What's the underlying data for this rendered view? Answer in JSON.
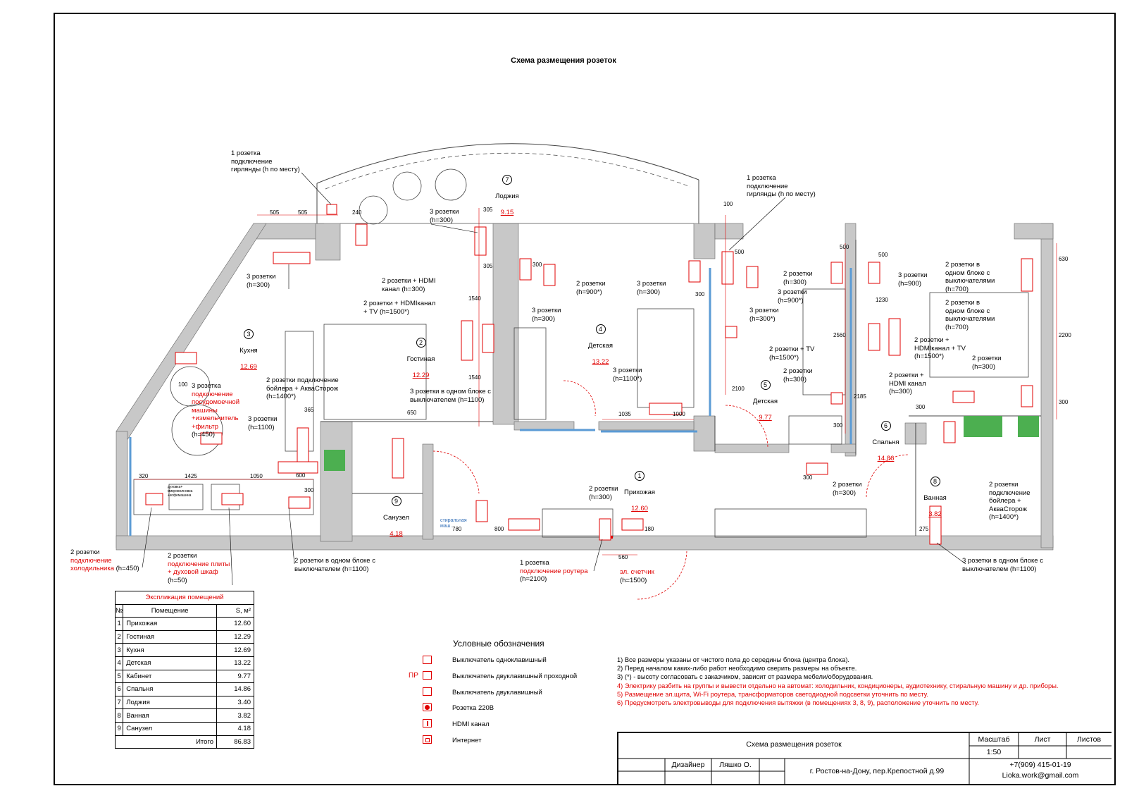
{
  "title": "Схема размещения розеток",
  "rooms": [
    {
      "num": "1",
      "name": "Прихожая",
      "area": "12.60"
    },
    {
      "num": "2",
      "name": "Гостиная",
      "area": "12.29"
    },
    {
      "num": "3",
      "name": "Кухня",
      "area": "12.69"
    },
    {
      "num": "4",
      "name": "Детская",
      "area": "13.22"
    },
    {
      "num": "5",
      "name": "Детская",
      "area": "9.77"
    },
    {
      "num": "6",
      "name": "Спальня",
      "area": "14.86"
    },
    {
      "num": "7",
      "name": "Лоджия",
      "area": "9.15"
    },
    {
      "num": "8",
      "name": "Ванная",
      "area": "3.82"
    },
    {
      "num": "9",
      "name": "Санузел",
      "area": "4.18"
    }
  ],
  "annotations": {
    "garland1": "1 розетка\nподключение\nгирлянды (h по месту)",
    "garland2": "1 розетка\nподключение\nгирлянды (h по месту)",
    "kitchen3": "3 розетки\n(h=300)",
    "loggia3": "3 розетки\n(h=300)",
    "hdmi300": "2 розетки + HDMI\nканал (h=300)",
    "hdmi1500": "2 розетки + HDMIканал\n+ TV (h=1500*)",
    "desk2_900": "2 розетки\n(h=900*)",
    "desk3_300": "3 розетки\n(h=300)",
    "det3_300": "3 розетки\n(h=300)",
    "det3_1100": "3 розетки\n(h=1100*)",
    "boiler_kitchen": "2 розетки подключение\nбойлера + АкваСторож\n(h=1400*)",
    "switch_block_1100": "3 розетки в одном блоке с\nвыключателем (h=1100)",
    "dishwasher_a": "3 розетка",
    "dishwasher_b": "подключение\nпосудомоечной\nмашины\n+измельчитель\n+фильтр",
    "dishwasher_c": "(h=450)",
    "k3_1100": "3 розетки\n(h=1100)",
    "fridge_a": "2 розетки",
    "fridge_b": "подключение\nхолодильника",
    "fridge_c": " (h=450)",
    "stove_a": "2 розетки",
    "stove_b": "подключение плиты\n+ духовой шкаф",
    "stove_c": "(h=50)",
    "block2_1100": "2 розетки в одном блоке с\nвыключателем (h=1100)",
    "router_a": "1 розетка",
    "router_b": "подключение роутера",
    "router_c": "(h=2100)",
    "meter_a": "эл. счетчик",
    "meter_b": "(h=1500)",
    "hall2_300": "2 розетки\n(h=300)",
    "r5_2_300a": "2 розетки\n(h=300)",
    "r5_3_900": "3 розетки\n(h=900*)",
    "r5_3_300": "3 розетки\n(h=300*)",
    "r5_tv": "2 розетки + TV\n(h=1500*)",
    "r5_2_300b": "2 розетки\n(h=300)",
    "r5_2_300c": "2 розетки\n(h=300)",
    "sp_3_900": "3 розетки\n(h=900)",
    "sp_block700a": "2 розетки в\nодном блоке с\nвыключателями\n(h=700)",
    "sp_block700b": "2 розетки в\nодном блоке с\nвыключателями\n(h=700)",
    "sp_tv": "2 розетки +\nHDMIканал  + TV\n(h=1500*)",
    "sp_2_300": "2 розетки\n(h=300)",
    "sp_hdmi300": "2 розетки +\nHDMI канал\n(h=300)",
    "bath_boiler": "2 розетки\nподключение\nбойлера +\nАкваСторож\n(h=1400*)",
    "bath_block1100": "3 розетки в одном блоке с\nвыключателем (h=1100)",
    "washer": "стиральная\nмаш."
  },
  "dimensions": [
    "505",
    "505",
    "240",
    "305",
    "305",
    "1540",
    "1540",
    "300",
    "300",
    "100",
    "500",
    "500",
    "500",
    "2560",
    "1230",
    "2185",
    "2100",
    "300",
    "1035",
    "1000",
    "650",
    "365",
    "600",
    "320",
    "1425",
    "1050",
    "300",
    "780",
    "800",
    "560",
    "180",
    "300",
    "275",
    "630",
    "2200",
    "300",
    "300",
    "100"
  ],
  "fixtures": {
    "kitchen_cab": "духовка+\nмикроволновка\n+кофемашина"
  },
  "explication": {
    "header": "Экспликация помещений",
    "columns": [
      "№",
      "Помещение",
      "S, м²"
    ],
    "rows": [
      [
        "1",
        "Прихожая",
        "12.60"
      ],
      [
        "2",
        "Гостиная",
        "12.29"
      ],
      [
        "3",
        "Кухня",
        "12.69"
      ],
      [
        "4",
        "Детская",
        "13.22"
      ],
      [
        "5",
        "Кабинет",
        "9.77"
      ],
      [
        "6",
        "Спальня",
        "14.86"
      ],
      [
        "7",
        "Лоджия",
        "3.40"
      ],
      [
        "8",
        "Ванная",
        "3.82"
      ],
      [
        "9",
        "Санузел",
        "4.18"
      ]
    ],
    "total_label": "Итого",
    "total_value": "86.83"
  },
  "legend": {
    "title": "Условные обозначения",
    "pr_label": "ПР",
    "items": [
      "Выключатель одноклавишный",
      "Выключатель двуклавишный проходной",
      "Выключатель двуклавишный",
      "Розетка 220В",
      "HDMI канал",
      "Интернет"
    ]
  },
  "notes": [
    {
      "text": "1) Все размеры указаны от чистого пола до середины блока (центра блока).",
      "color": "#000000"
    },
    {
      "text": "2) Перед началом каких-либо работ необходимо сверить размеры на объекте.",
      "color": "#000000"
    },
    {
      "text": "3) (*) - высоту согласовать с заказчиком, зависит от размера мебели/оборудования.",
      "color": "#000000"
    },
    {
      "text": "4) Электрику разбить на группы и вывести отдельно на автомат: холодильник, кондиционеры, аудиотехнику, стиральную машину и др. приборы.",
      "color": "#e00000"
    },
    {
      "text": "5) Размещение эл.щита, Wi-Fi роутера, трансформаторов светодиодной подсветки уточнить по месту.",
      "color": "#e00000"
    },
    {
      "text": "6) Предусмотреть электровыводы для подключения вытяжки (в помещениях 3, 8, 9), расположение уточнить по месту.",
      "color": "#e00000"
    }
  ],
  "stamp": {
    "title": "Схема размещения розеток",
    "scale_label": "Масштаб",
    "sheet_label": "Лист",
    "sheets_label": "Листов",
    "scale_value": "1:50",
    "role": "Дизайнер",
    "person": "Ляшко О.",
    "address": "г. Ростов-на-Дону, пер.Крепостной д.99",
    "phone": "+7(909) 415-01-19",
    "email": "Lioka.work@gmail.com"
  },
  "colors": {
    "accent": "#e00000",
    "wall": "#c8c8c8",
    "window": "#5b9bd5",
    "green": "#4caf50"
  }
}
